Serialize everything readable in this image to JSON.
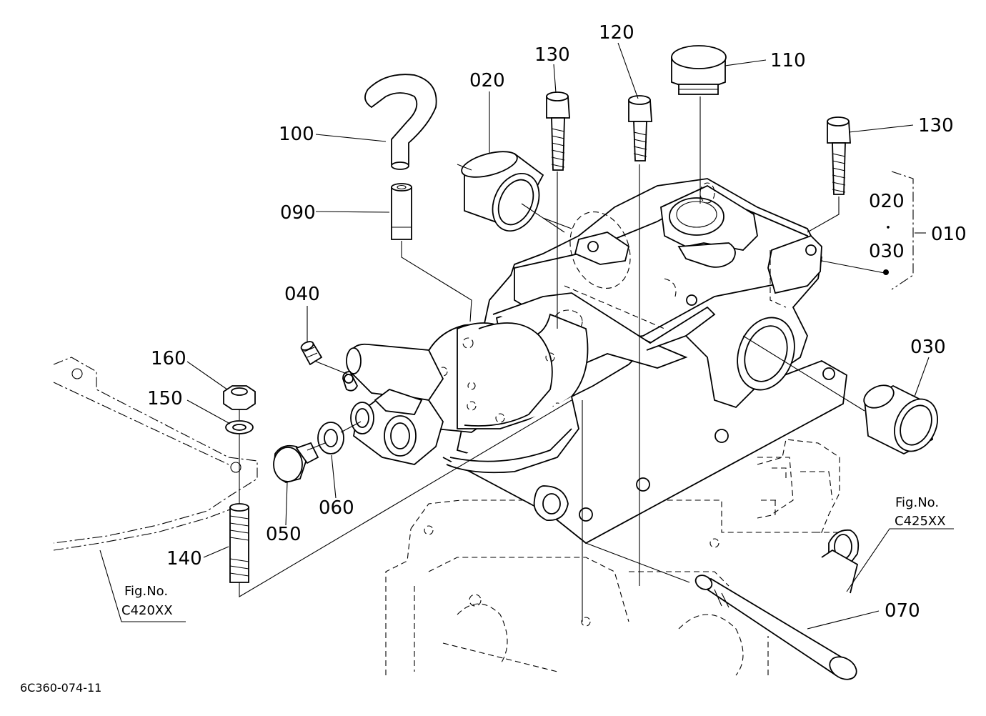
{
  "diagram": {
    "parts": [
      {
        "id": "p010",
        "number": "010"
      },
      {
        "id": "p020a",
        "number": "020"
      },
      {
        "id": "p020b",
        "number": "020"
      },
      {
        "id": "p030a",
        "number": "030"
      },
      {
        "id": "p030b",
        "number": "030"
      },
      {
        "id": "p040",
        "number": "040"
      },
      {
        "id": "p050",
        "number": "050"
      },
      {
        "id": "p060",
        "number": "060"
      },
      {
        "id": "p070",
        "number": "070"
      },
      {
        "id": "p090",
        "number": "090"
      },
      {
        "id": "p100",
        "number": "100"
      },
      {
        "id": "p110",
        "number": "110"
      },
      {
        "id": "p120",
        "number": "120"
      },
      {
        "id": "p130a",
        "number": "130"
      },
      {
        "id": "p130b",
        "number": "130"
      },
      {
        "id": "p140",
        "number": "140"
      },
      {
        "id": "p150",
        "number": "150"
      },
      {
        "id": "p160",
        "number": "160"
      }
    ],
    "bracket_separator": "・",
    "references": [
      {
        "id": "ref-left",
        "prefix": "Fig.No.",
        "code": "C420XX"
      },
      {
        "id": "ref-right",
        "prefix": "Fig.No.",
        "code": "C425XX"
      }
    ],
    "drawing_code": "6C360-074-11"
  }
}
